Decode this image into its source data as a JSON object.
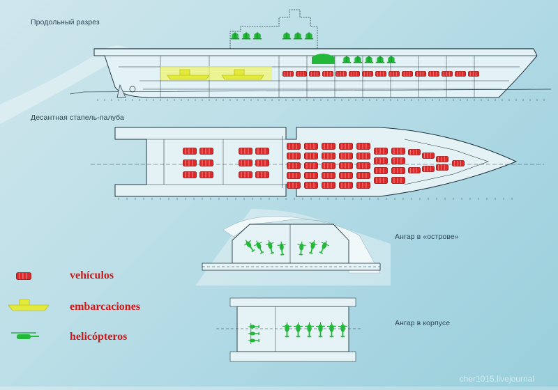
{
  "labels": {
    "longitudinal_section": "Продольный разрез",
    "landing_dock_deck": "Десантная стапель-палуба",
    "island_hangar": "Ангар в «острове»",
    "hull_hangar": "Ангар в корпусе"
  },
  "legend": {
    "vehicles": "vehículos",
    "boats": "embarcaciones",
    "helicopters": "helicópteros"
  },
  "watermark": "cher1015.livejournal",
  "colors": {
    "background": "#b8dde6",
    "hull_fill": "#dff0f4",
    "hull_line": "#1f3540",
    "vehicle": "#dc2a2a",
    "boat": "#e9ef5a",
    "helicopter": "#24b83a",
    "legend_text": "#d01818"
  },
  "icons": {
    "vehicle": "red-vehicle-icon",
    "boat": "yellow-landing-craft-icon",
    "helicopter": "green-helicopter-icon"
  }
}
